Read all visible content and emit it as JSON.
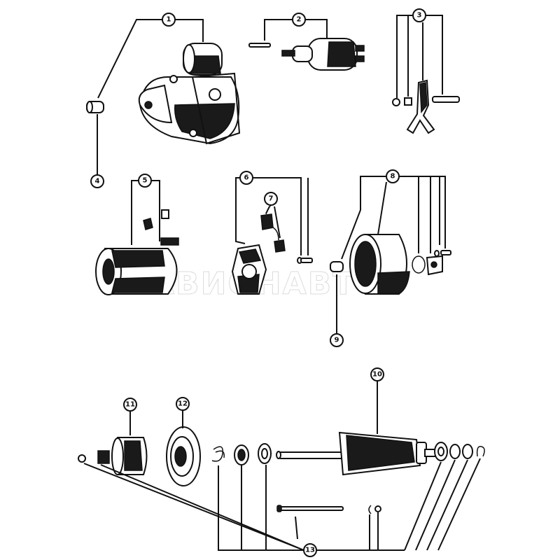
{
  "callouts": [
    "1",
    "2",
    "3",
    "4",
    "5",
    "6",
    "7",
    "8",
    "9",
    "10",
    "11",
    "12",
    "13"
  ],
  "watermark_text": "АВИОНАВТО",
  "icons": {
    "starter_motor": "starter-motor-icon",
    "solenoid": "solenoid-icon",
    "shift_fork": "shift-fork-icon",
    "bushing": "bushing-icon",
    "field_frame": "field-frame-icon",
    "brush_holder": "brush-holder-icon",
    "brush": "brush-icon",
    "end_housing": "end-housing-icon",
    "armature": "armature-icon",
    "pinion_drive": "pinion-drive-icon",
    "drive_end_plate": "drive-end-plate-icon",
    "washer": "washer-icon",
    "through_bolt": "through-bolt-icon"
  }
}
